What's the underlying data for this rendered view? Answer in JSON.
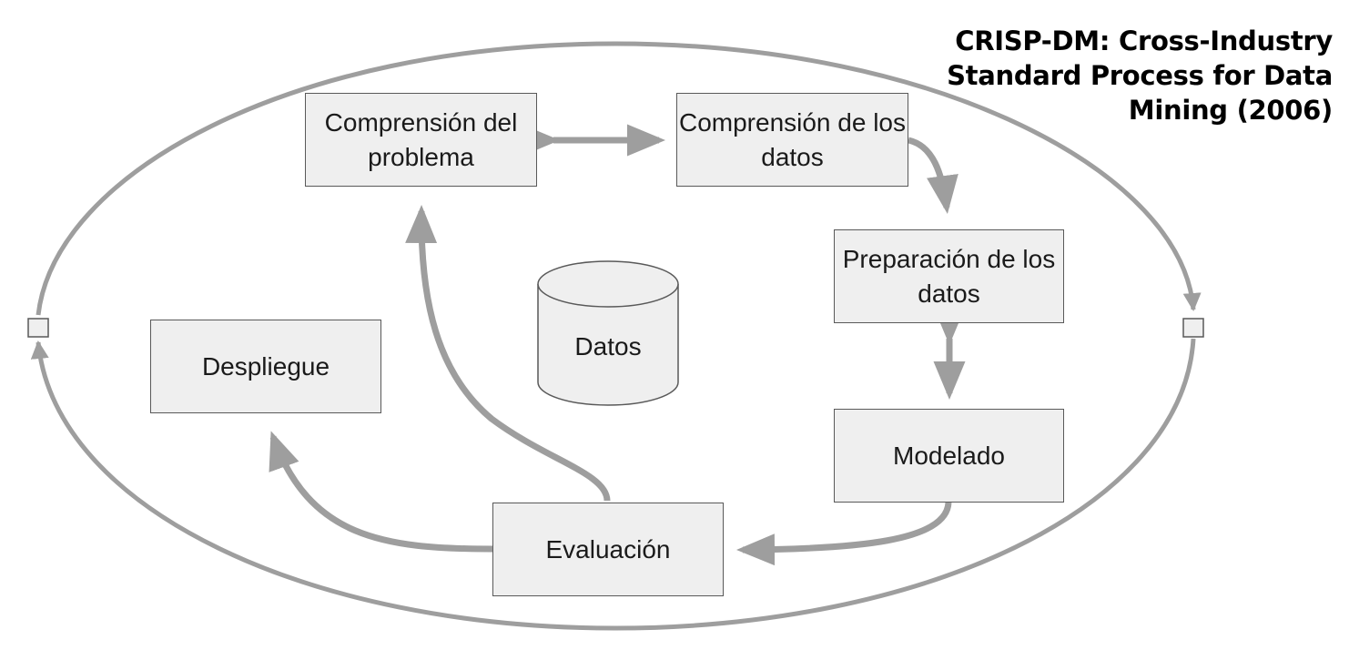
{
  "diagram": {
    "title": "CRISP-DM: Cross-Industry Standard Process for Data Mining (2006)",
    "nodes": {
      "problema": "Comprensión del problema",
      "datos": "Comprensión de los datos",
      "preparacion": "Preparación de los datos",
      "modelado": "Modelado",
      "evaluacion": "Evaluación",
      "despliegue": "Despliegue"
    },
    "database": "Datos"
  },
  "colors": {
    "arrow": "#9e9e9e",
    "box_fill": "#efefef",
    "box_border": "#595959"
  }
}
